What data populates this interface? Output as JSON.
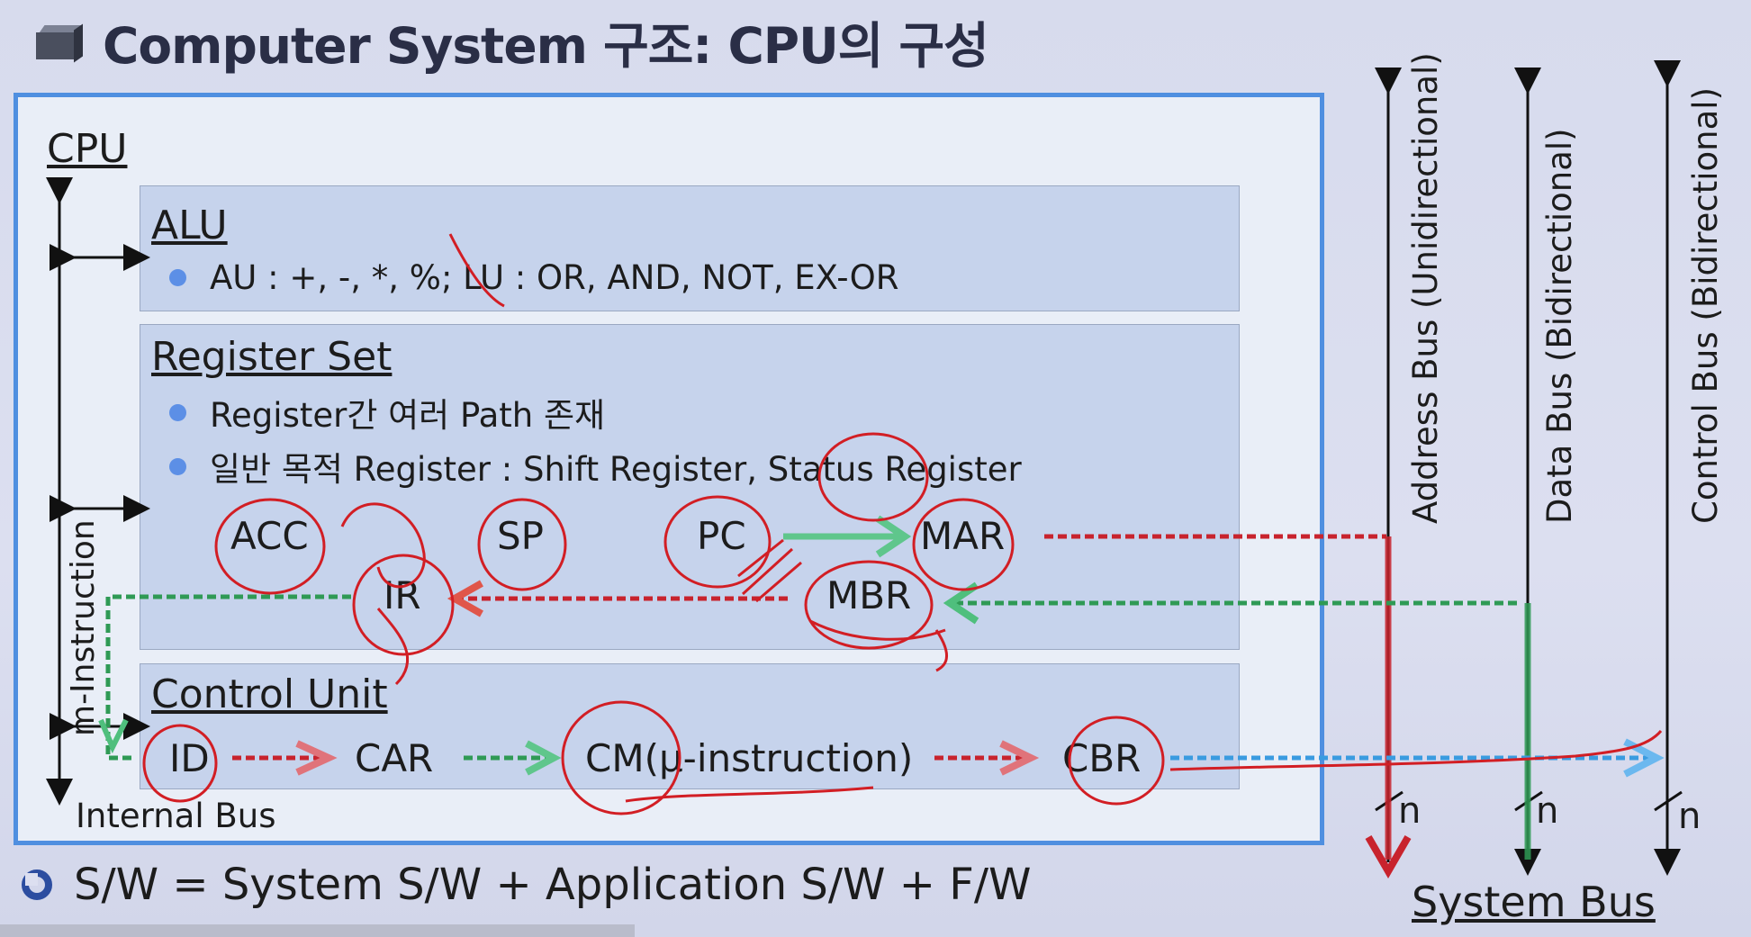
{
  "title": "Computer System 구조: CPU의 구성",
  "cpu": {
    "label": "CPU",
    "internal_bus_label": "Internal Bus",
    "m_instruction_label": "m-Instruction"
  },
  "alu": {
    "title": "ALU",
    "bullet": "AU : +, -, *, %; LU : OR, AND, NOT, EX-OR"
  },
  "register_set": {
    "title": "Register Set",
    "bullets": [
      "Register간 여러 Path 존재",
      "일반 목적 Register : Shift Register, Status Register"
    ],
    "registers": {
      "acc": "ACC",
      "sp": "SP",
      "pc": "PC",
      "mar": "MAR",
      "ir": "IR",
      "mbr": "MBR"
    }
  },
  "control_unit": {
    "title": "Control Unit",
    "items": {
      "id": "ID",
      "car": "CAR",
      "cm": "CM(μ-instruction)",
      "cbr": "CBR"
    }
  },
  "buses": {
    "address": "Address Bus (Unidirectional)",
    "data": "Data Bus (Bidirectional)",
    "control": "Control Bus (Bidirectional)",
    "width_label": "n",
    "system_bus": "System Bus"
  },
  "formula": "S/W = System S/W + Application S/W + F/W",
  "colors": {
    "cpu_border": "#4f8fe0",
    "panel": "#c6d3ec",
    "address_path": "#c8232d",
    "data_path": "#2f9a55",
    "control_path": "#3a9be0",
    "annotation": "#d21e24"
  }
}
